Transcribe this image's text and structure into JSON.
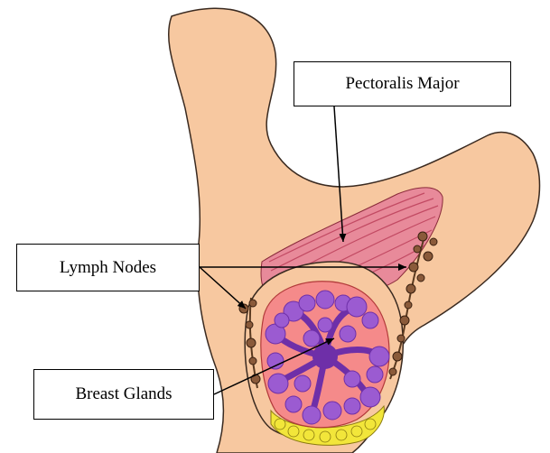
{
  "labels": {
    "pectoralis_major": "Pectoralis Major",
    "lymph_nodes": "Lymph Nodes",
    "breast_glands": "Breast Glands"
  },
  "colors": {
    "skin": "#f7c8a0",
    "skin_outline": "#3a2a20",
    "muscle": "#e88a9a",
    "muscle_streak": "#c24a63",
    "breast_tissue": "#f58a8a",
    "glands": "#9b5bd1",
    "glands_dark": "#6e2fa8",
    "fat": "#f2e63a",
    "lymph_node": "#8a5a3a"
  }
}
